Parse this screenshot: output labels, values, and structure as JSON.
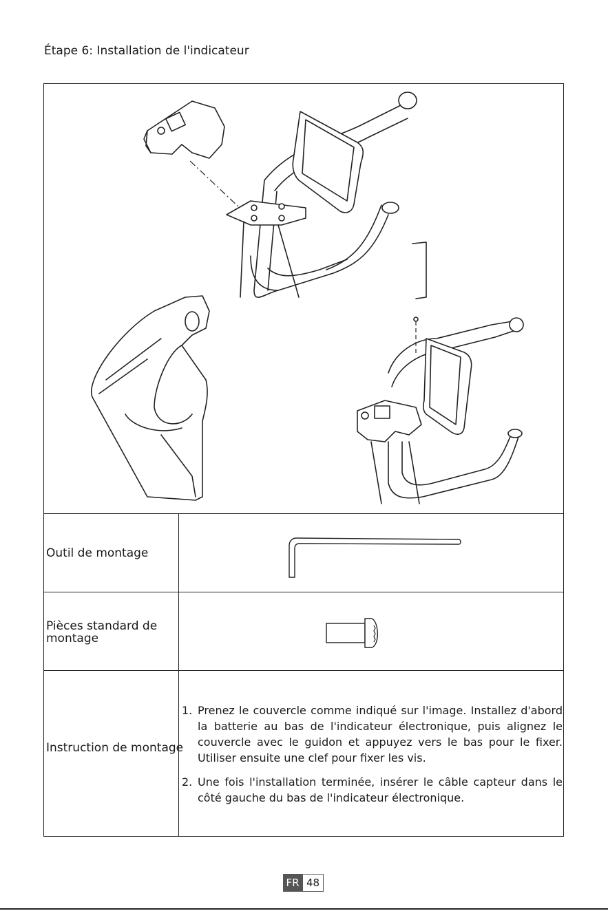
{
  "heading": "Étape 6: Installation de l'indicateur",
  "table": {
    "tool_label": "Outil de montage",
    "parts_label": "Pièces standard  de montage",
    "instruction_label": "Instruction de montage",
    "instructions": [
      {
        "num": "1.",
        "text": "Prenez le couvercle comme indiqué sur l'image. Installez d'abord la batterie au bas de l'indicateur électronique, puis alignez le couvercle avec le guidon et appuyez vers le bas pour le fixer. Utiliser ensuite  une clef pour fixer les vis."
      },
      {
        "num": "2.",
        "text": "Une fois l'installation terminée, insérer le câble capteur dans le côté gauche du bas de l'indicateur électronique."
      }
    ]
  },
  "footer": {
    "lang": "FR",
    "page": "48"
  },
  "icons": [
    "allen-key-icon",
    "screw-icon"
  ]
}
